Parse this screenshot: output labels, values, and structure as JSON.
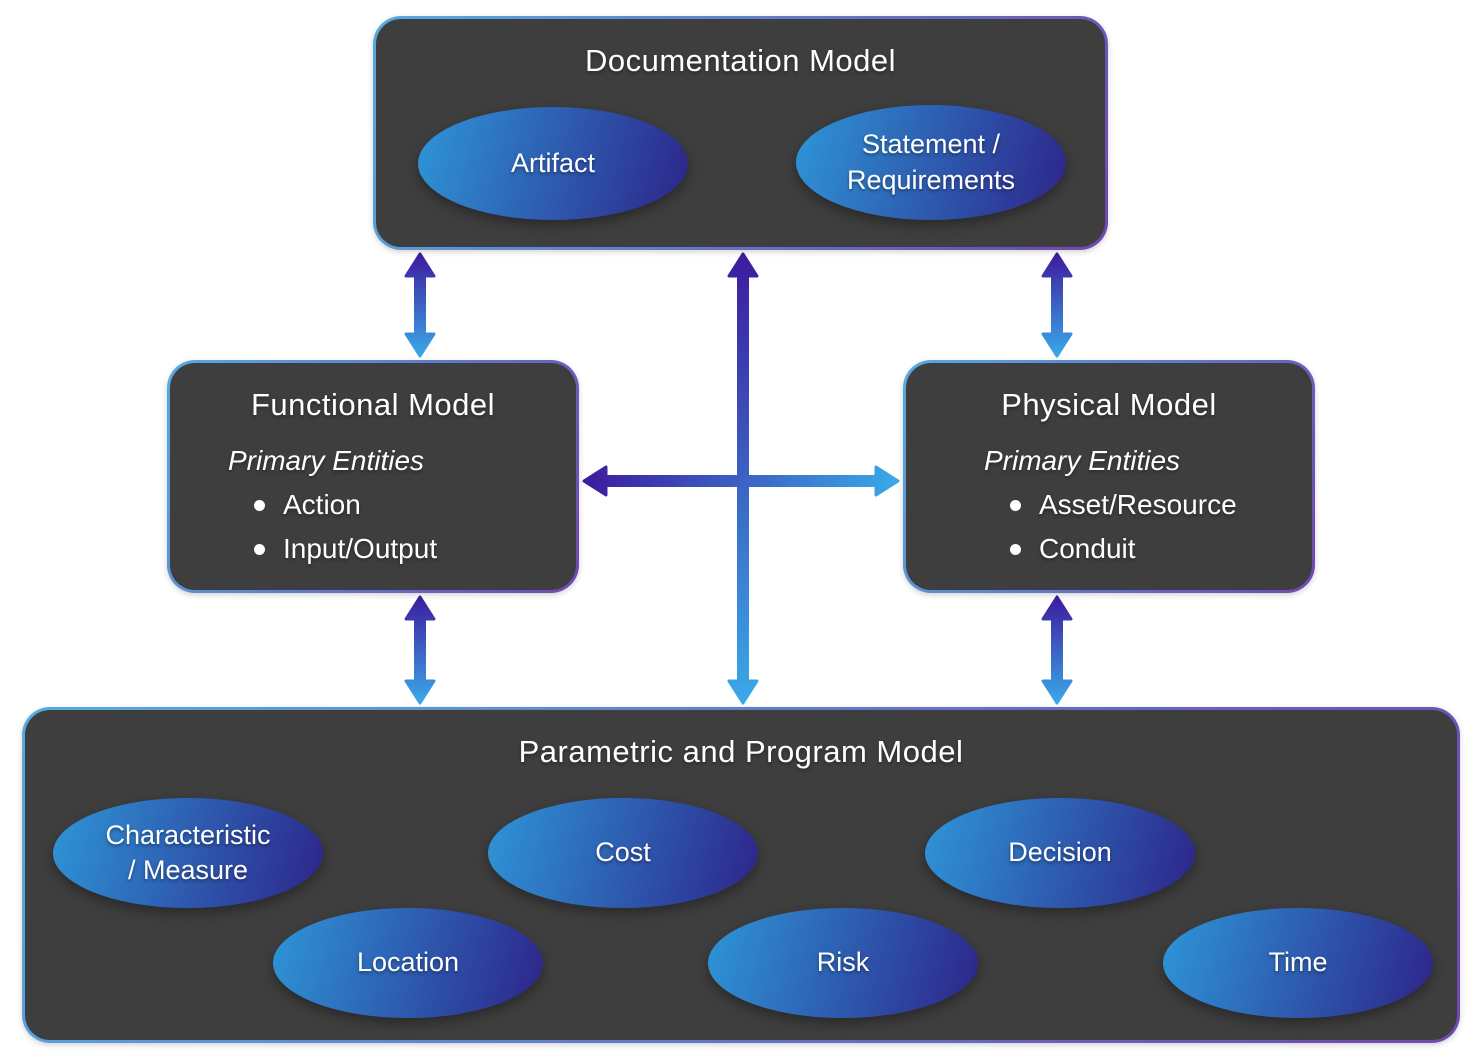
{
  "colors": {
    "background": "#FFFFFF",
    "box_fill": "#3E3E3E",
    "box_border_gradient": [
      "#56ABE0",
      "#6F48B0"
    ],
    "ellipse_gradient": [
      "#2E96D8",
      "#2D2489"
    ],
    "arrow_gradient_purple": "#3D1B9E",
    "arrow_gradient_blue": "#3AA9E8",
    "text": "#FFFFFF"
  },
  "documentation_model": {
    "title": "Documentation Model",
    "ellipses": [
      {
        "name": "artifact",
        "lines": [
          "Artifact"
        ]
      },
      {
        "name": "statement-requirements",
        "lines": [
          "Statement /",
          "Requirements"
        ]
      }
    ]
  },
  "functional_model": {
    "title": "Functional Model",
    "subtitle": "Primary Entities",
    "bullets": [
      "Action",
      "Input/Output"
    ]
  },
  "physical_model": {
    "title": "Physical Model",
    "subtitle": "Primary Entities",
    "bullets": [
      "Asset/Resource",
      "Conduit"
    ]
  },
  "parametric_model": {
    "title": "Parametric and Program Model",
    "ellipses": [
      {
        "name": "characteristic-measure",
        "lines": [
          "Characteristic",
          "/ Measure"
        ]
      },
      {
        "name": "cost",
        "lines": [
          "Cost"
        ]
      },
      {
        "name": "decision",
        "lines": [
          "Decision"
        ]
      },
      {
        "name": "location",
        "lines": [
          "Location"
        ]
      },
      {
        "name": "risk",
        "lines": [
          "Risk"
        ]
      },
      {
        "name": "time",
        "lines": [
          "Time"
        ]
      }
    ]
  },
  "connections": [
    {
      "from": "Documentation Model",
      "to": "Functional Model",
      "type": "bidirectional"
    },
    {
      "from": "Documentation Model",
      "to": "Parametric and Program Model",
      "type": "bidirectional"
    },
    {
      "from": "Documentation Model",
      "to": "Physical Model",
      "type": "bidirectional"
    },
    {
      "from": "Functional Model",
      "to": "Physical Model",
      "type": "bidirectional"
    },
    {
      "from": "Functional Model",
      "to": "Parametric and Program Model",
      "type": "bidirectional"
    },
    {
      "from": "Physical Model",
      "to": "Parametric and Program Model",
      "type": "bidirectional"
    }
  ]
}
